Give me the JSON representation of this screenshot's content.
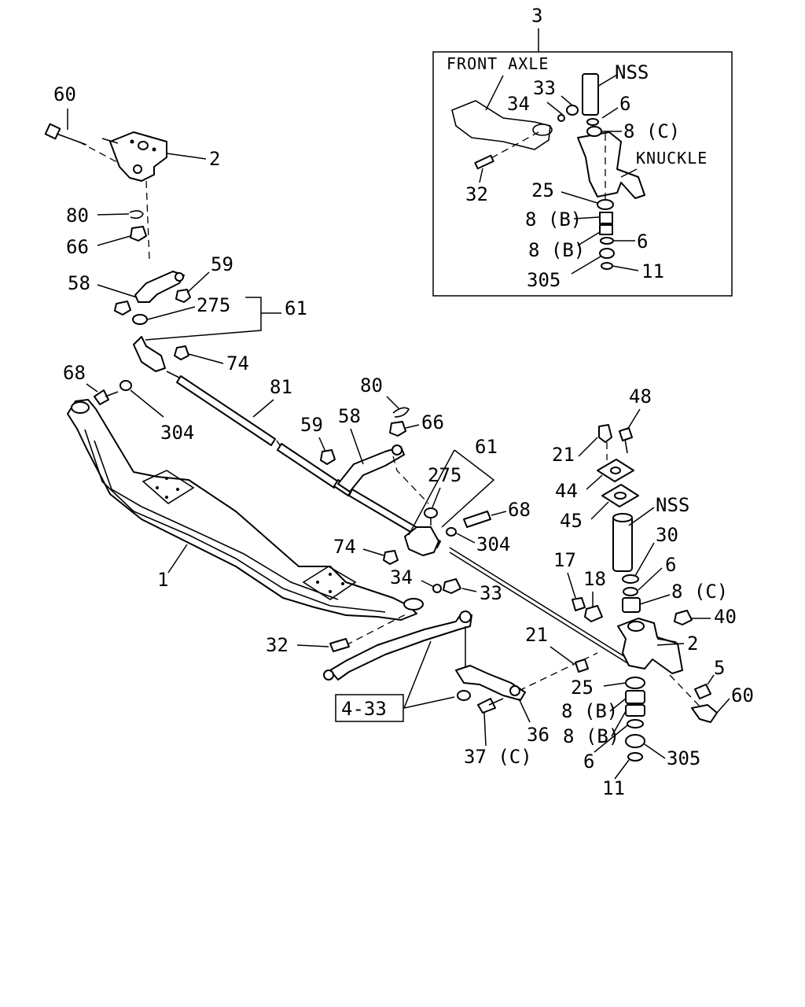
{
  "inset": {
    "ref": "3",
    "front_axle": "FRONT AXLE",
    "knuckle": "KNUCKLE",
    "nss": "NSS",
    "parts": [
      "33",
      "34",
      "6",
      "8 (C)",
      "32",
      "25",
      "8 (B)",
      "8 (B)",
      "6",
      "305",
      "11"
    ]
  },
  "labels": {
    "l60_top": "60",
    "l2_top": "2",
    "l80_top": "80",
    "l66_top": "66",
    "l59_top": "59",
    "l58_top": "58",
    "l275_top": "275",
    "l61_top": "61",
    "l74_top": "74",
    "l68_left": "68",
    "l304_left": "304",
    "l81": "81",
    "l80_mid": "80",
    "l66_mid": "66",
    "l59_mid": "59",
    "l58_mid": "58",
    "l61_mid": "61",
    "l275_mid": "275",
    "l68_mid": "68",
    "l304_mid": "304",
    "l74_mid": "74",
    "l1": "1",
    "l34": "34",
    "l33": "33",
    "l32": "32",
    "l4_33": "4-33",
    "l36": "36",
    "l37c": "37 (C)",
    "l48": "48",
    "l21_top": "21",
    "l44": "44",
    "l45": "45",
    "l_nss": "NSS",
    "l30": "30",
    "l6_a": "6",
    "l8c": "8 (C)",
    "l17": "17",
    "l18": "18",
    "l40": "40",
    "l21_b": "21",
    "l2_right": "2",
    "l5": "5",
    "l25": "25",
    "l60_right": "60",
    "l8b_1": "8 (B)",
    "l8b_2": "8 (B)",
    "l6_b": "6",
    "l305": "305",
    "l11": "11"
  }
}
